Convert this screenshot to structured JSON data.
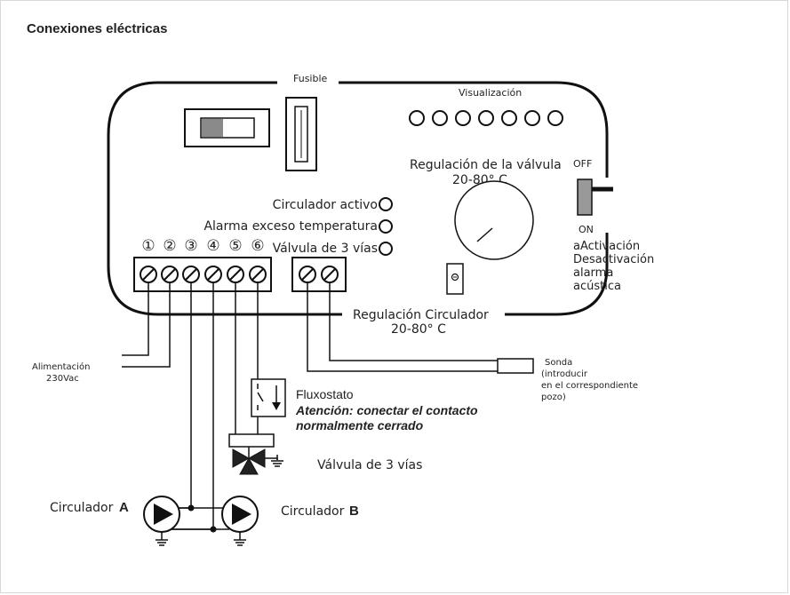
{
  "title": "Conexiones eléctricas",
  "labels": {
    "fusible": "Fusible",
    "visualizacion": "Visualización",
    "regulacion_valvula_1": "Regulación de la válvula",
    "regulacion_valvula_2": "20-80° C",
    "off": "OFF",
    "on": "ON",
    "activacion_1": "aActivación",
    "activacion_2": "Desactivación",
    "activacion_3": "alarma",
    "activacion_4": "acústica",
    "circulador_activo": "Circulador activo",
    "alarma_exceso": "Alarma exceso temperatura",
    "valvula_3_vias_led": "Válvula de 3 vías",
    "regulacion_circulador_1": "Regulación Circulador",
    "regulacion_circulador_2": "20-80° C",
    "alimentacion_1": "Alimentación",
    "alimentacion_2": "230Vac",
    "sonda_1": "Sonda",
    "sonda_2": "(introducir",
    "sonda_3": "en el correspondiente",
    "sonda_4": "pozo)",
    "fluxostato": "Fluxostato",
    "atencion_1": "Atención: conectar el contacto",
    "atencion_2": "normalmente cerrado",
    "valvula_3_vias": "Válvula de 3 vías",
    "circulador_a": "Circulador",
    "circulador_a_letter": "A",
    "circulador_b": "Circulador",
    "circulador_b_letter": "B"
  },
  "terminal_numbers": [
    "①",
    "②",
    "③",
    "④",
    "⑤",
    "⑥"
  ]
}
